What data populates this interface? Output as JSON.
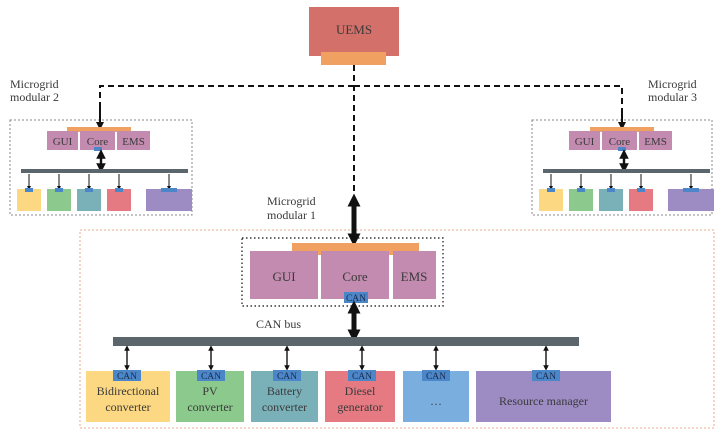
{
  "colors": {
    "uems": "#d4706a",
    "connector": "#f0a060",
    "module_box": "#c48bb0",
    "can_tag": "#4a86c8",
    "bus": "#5a666c",
    "yellow": "#fdd882",
    "green": "#8cc98c",
    "teal": "#7ab0b8",
    "red": "#e57a82",
    "blue": "#7aaede",
    "purple": "#9d8cc4"
  },
  "uems": {
    "label": "UEMS"
  },
  "modular1": {
    "title_line1": "Microgrid",
    "title_line2": "modular 1",
    "gui": "GUI",
    "core": "Core",
    "ems": "EMS",
    "core_can": "CAN",
    "bus_label": "CAN bus",
    "devices": [
      {
        "can": "CAN",
        "line1": "Bidirectional",
        "line2": "converter",
        "color": "yellow"
      },
      {
        "can": "CAN",
        "line1": "PV",
        "line2": "converter",
        "color": "green"
      },
      {
        "can": "CAN",
        "line1": "Battery",
        "line2": "converter",
        "color": "teal"
      },
      {
        "can": "CAN",
        "line1": "Diesel",
        "line2": "generator",
        "color": "red"
      },
      {
        "can": "CAN",
        "line1": "…",
        "line2": "",
        "color": "blue"
      },
      {
        "can": "CAN",
        "line1": "Resource manager",
        "line2": "",
        "color": "purple"
      }
    ]
  },
  "modular2": {
    "title_line1": "Microgrid",
    "title_line2": "modular 2",
    "gui": "GUI",
    "core": "Core",
    "ems": "EMS"
  },
  "modular3": {
    "title_line1": "Microgrid",
    "title_line2": "modular 3",
    "gui": "GUI",
    "core": "Core",
    "ems": "EMS"
  }
}
